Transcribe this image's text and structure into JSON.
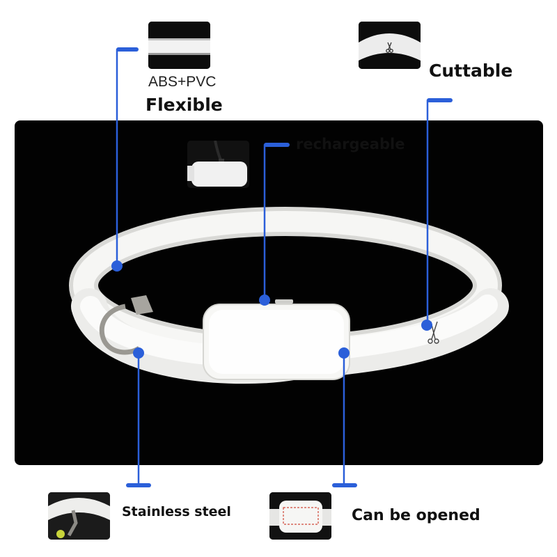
{
  "labels": {
    "material": "ABS+PVC",
    "flexible": "Flexible",
    "cuttable": "Cuttable",
    "rechargeable": "rechargeable",
    "stainless": "Stainless steel",
    "openable": "Can be opened"
  },
  "colors": {
    "callout": "#2b5fd9",
    "panel": "#020202",
    "collar": "#f4f4f2"
  },
  "icons": {
    "scissors": "scissors-icon"
  }
}
